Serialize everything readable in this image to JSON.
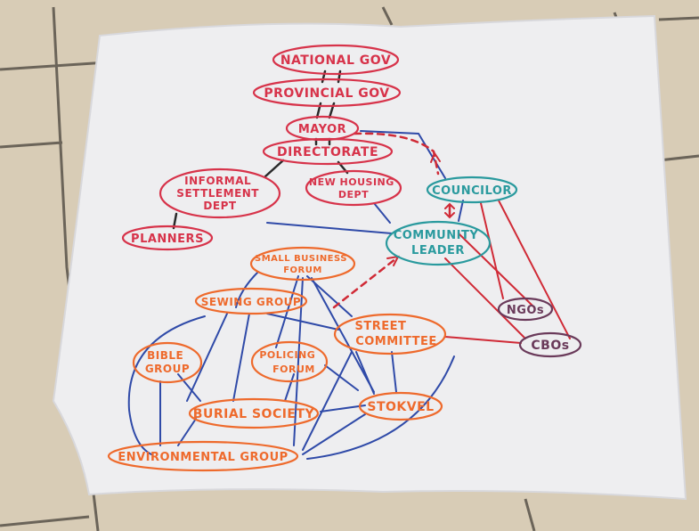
{
  "nodes": {
    "national_gov": {
      "lines": [
        "NATIONAL GOV"
      ],
      "color": "#d7334a"
    },
    "provincial_gov": {
      "lines": [
        "PROVINCIAL GOV"
      ],
      "color": "#d7334a"
    },
    "mayor": {
      "lines": [
        "MAYOR"
      ],
      "color": "#d7334a"
    },
    "directorate": {
      "lines": [
        "DIRECTORATE"
      ],
      "color": "#d7334a"
    },
    "informal_settlement": {
      "lines": [
        "INFORMAL",
        "SETTLEMENT",
        "DEPT"
      ],
      "color": "#d7334a"
    },
    "new_housing": {
      "lines": [
        "NEW HOUSING",
        "DEPT"
      ],
      "color": "#d7334a"
    },
    "planners": {
      "lines": [
        "PLANNERS"
      ],
      "color": "#d7334a"
    },
    "councilor": {
      "lines": [
        "COUNCILOR"
      ],
      "color": "#2a9a9e"
    },
    "community_leader": {
      "lines": [
        "COMMUNITY",
        "LEADER"
      ],
      "color": "#2a9a9e"
    },
    "ngos": {
      "lines": [
        "NGOs"
      ],
      "color": "#6a3a5a"
    },
    "cbos": {
      "lines": [
        "CBOs"
      ],
      "color": "#6a3a5a"
    },
    "small_business": {
      "lines": [
        "SMALL BUSINESS",
        "FORUM"
      ],
      "color": "#ee6a2c"
    },
    "sewing_group": {
      "lines": [
        "SEWING GROUP"
      ],
      "color": "#ee6a2c"
    },
    "street_committee": {
      "lines": [
        "STREET",
        "COMMITTEE"
      ],
      "color": "#ee6a2c"
    },
    "bible_group": {
      "lines": [
        "BIBLE",
        "GROUP"
      ],
      "color": "#ee6a2c"
    },
    "policing_forum": {
      "lines": [
        "POLICING",
        "FORUM"
      ],
      "color": "#ee6a2c"
    },
    "burial_society": {
      "lines": [
        "BURIAL SOCIETY"
      ],
      "color": "#ee6a2c"
    },
    "stokvel": {
      "lines": [
        "STOKVEL"
      ],
      "color": "#ee6a2c"
    },
    "environmental_group": {
      "lines": [
        "ENVIRONMENTAL GROUP"
      ],
      "color": "#ee6a2c"
    }
  },
  "colors": {
    "tile": "#d8ccb6",
    "grout": "#6b6459",
    "paper": "#eeeef0",
    "line_black": "#2a2a2a",
    "line_blue": "#2f4aa8",
    "line_red": "#d02a36"
  }
}
